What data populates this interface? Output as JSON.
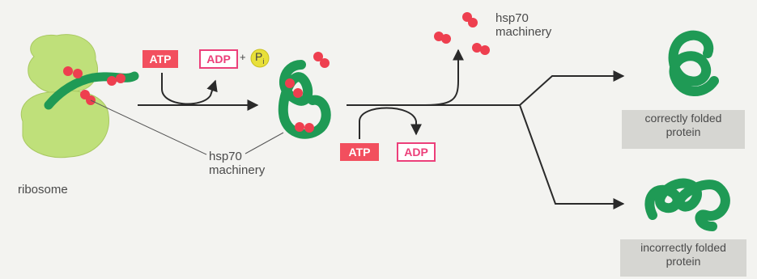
{
  "labels": {
    "ribosome": "ribosome",
    "hsp70_bottom": "hsp70",
    "machinery_bottom": "machinery",
    "hsp70_top": "hsp70",
    "machinery_top": "machinery",
    "correct_line1": "correctly folded",
    "correct_line2": "protein",
    "incorrect_line1": "incorrectly folded",
    "incorrect_line2": "protein"
  },
  "molecules": {
    "atp_left": "ATP",
    "adp_left": "ADP",
    "plus": "+",
    "phosphate": "P",
    "phosphate_sub": "i",
    "atp_right": "ATP",
    "adp_right": "ADP"
  },
  "colors": {
    "ribosome": "#bfe07a",
    "protein": "#1f9a55",
    "hsp70": "#ee3f4f",
    "atp_fill": "#f24f5e",
    "adp_border": "#ec3f7a",
    "phosphate": "#e8e03a",
    "grey_box": "#d6d6d2"
  }
}
